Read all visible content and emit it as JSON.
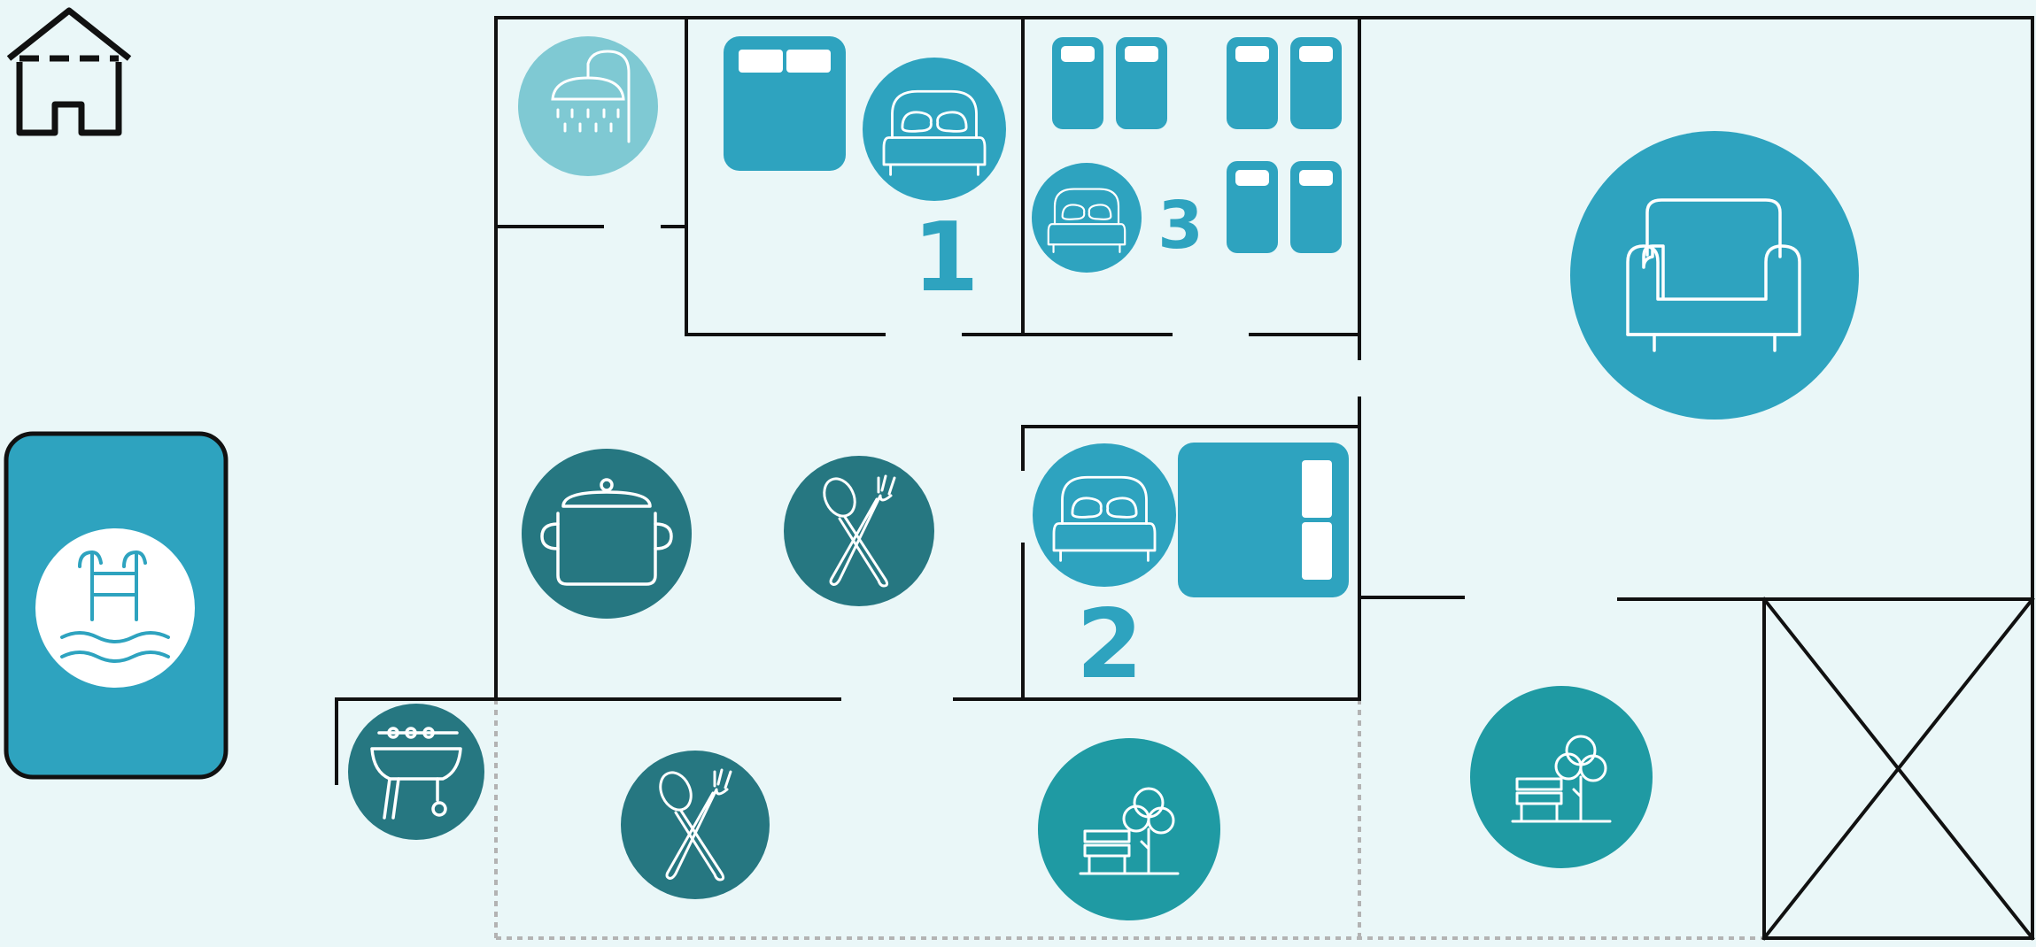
{
  "colors": {
    "background": "#eaf7f8",
    "wall": "#111111",
    "outdoor_boundary": "#b3b3b3",
    "bedroom_blue": "#2ea3bf",
    "shower_light_blue": "#7fc9d3",
    "kitchen_dark_teal": "#267781",
    "garden_teal": "#1f9aa3",
    "icon_line": "#ffffff"
  },
  "rooms": {
    "bedroom_1": {
      "number": "1"
    },
    "bedroom_2": {
      "number": "2"
    },
    "bedroom_3": {
      "number": "3"
    }
  },
  "icons": [
    "house-icon",
    "shower-icon",
    "double-bed-icon",
    "bed-icon",
    "single-beds-icon",
    "sofa-icon",
    "cooking-pot-icon",
    "cutlery-icon",
    "barbecue-icon",
    "garden-bench-icon",
    "pool-ladder-icon"
  ]
}
